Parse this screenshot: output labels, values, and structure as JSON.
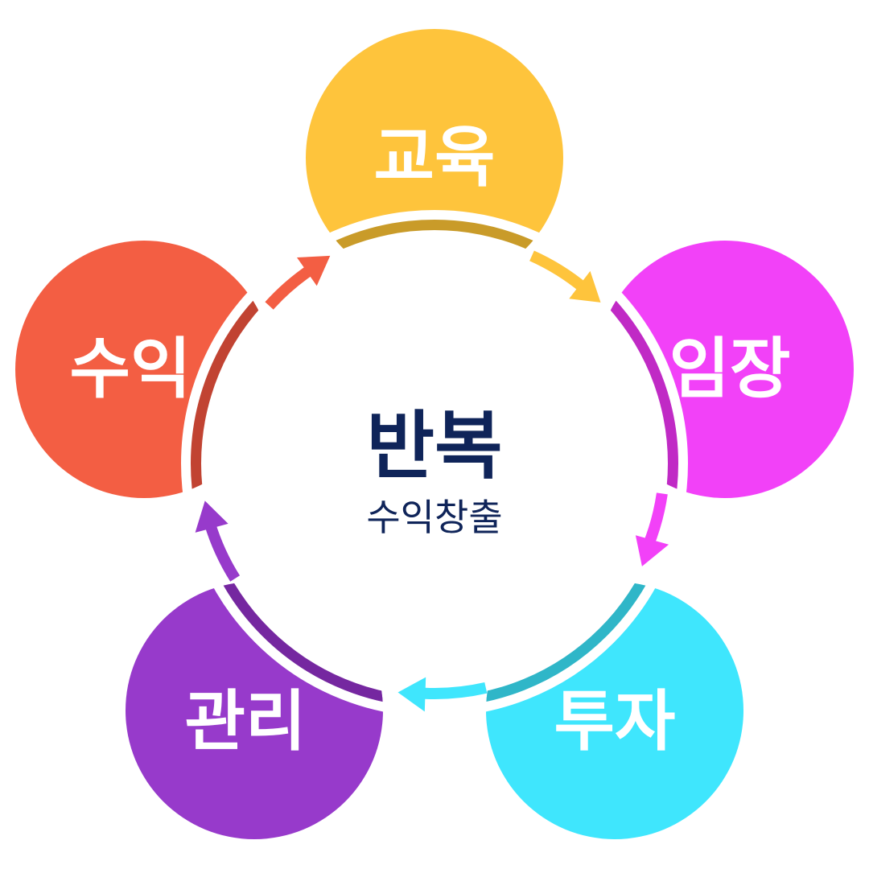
{
  "center": {
    "title": "반복",
    "subtitle": "수익창출"
  },
  "nodes": [
    {
      "label": "교육",
      "color": "#fec43c",
      "shade": "#c99b29"
    },
    {
      "label": "임장",
      "color": "#f241f8",
      "shade": "#c02ac5"
    },
    {
      "label": "투자",
      "color": "#3fe6fd",
      "shade": "#2fb6c8"
    },
    {
      "label": "관리",
      "color": "#973acb",
      "shade": "#7527a0"
    },
    {
      "label": "수익",
      "color": "#f35e43",
      "shade": "#c14332"
    }
  ],
  "flow": [
    "교육",
    "임장",
    "투자",
    "관리",
    "수익",
    "교육"
  ]
}
